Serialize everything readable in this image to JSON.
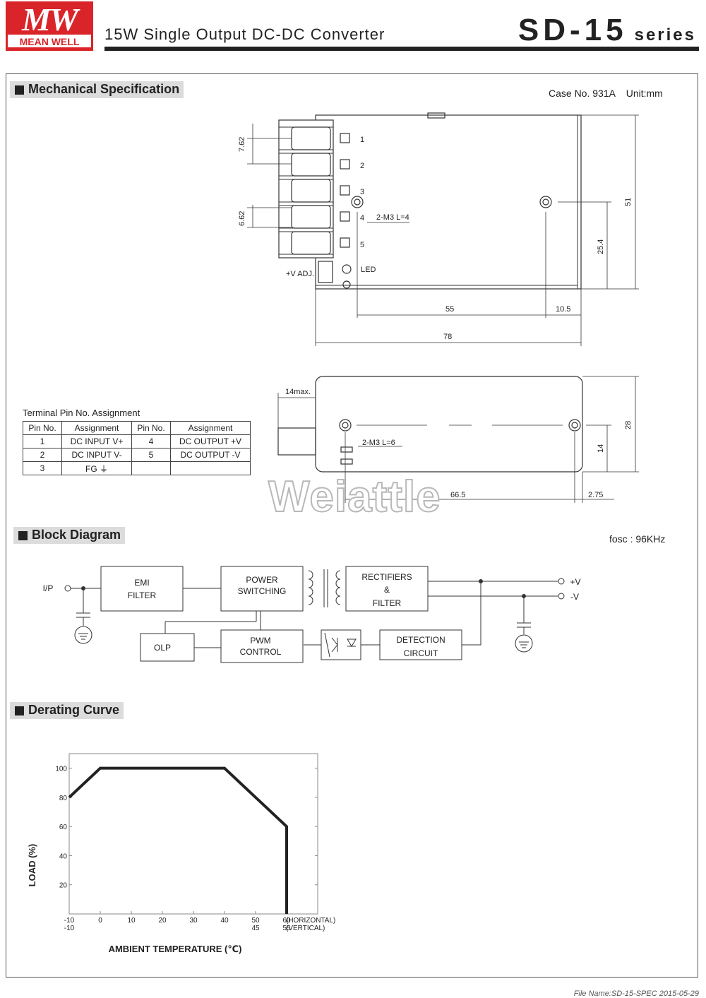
{
  "header": {
    "logo_main": "MW",
    "logo_text": "MEAN WELL",
    "doc_title": "15W Single Output DC-DC Converter",
    "model": "SD-15",
    "model_suffix": "series"
  },
  "mechanical": {
    "section_title": "Mechanical Specification",
    "case_info": "Case No. 931A    Unit:mm",
    "pin_labels": [
      "1",
      "2",
      "3",
      "4",
      "5"
    ],
    "mount_top_label": "2-M3 L=4",
    "mount_side_label": "2-M3   L=6",
    "adj_label": "+V ADJ.",
    "led_label": "LED",
    "dims": {
      "pitch_1": "7.62",
      "pitch_2": "6.62",
      "width_51": "51",
      "height_25_4": "25.4",
      "len_55": "55",
      "len_10_5": "10.5",
      "len_78": "78",
      "max_14": "14max.",
      "height_28": "28",
      "height_14": "14",
      "len_66_5": "66.5",
      "len_2_75": "2.75"
    },
    "pin_table": {
      "title": "Terminal Pin No.  Assignment",
      "headers": [
        "Pin No.",
        "Assignment",
        "Pin No.",
        "Assignment"
      ],
      "rows": [
        [
          "1",
          "DC INPUT V+",
          "4",
          "DC OUTPUT +V"
        ],
        [
          "2",
          "DC INPUT V-",
          "5",
          "DC OUTPUT -V"
        ],
        [
          "3",
          "FG ⏚",
          "",
          ""
        ]
      ]
    },
    "watermark": "Weiattle"
  },
  "block": {
    "section_title": "Block Diagram",
    "fosc": "fosc : 96KHz",
    "ip": "I/P",
    "emi": [
      "EMI",
      "FILTER"
    ],
    "power": [
      "POWER",
      "SWITCHING"
    ],
    "rect": [
      "RECTIFIERS",
      "&",
      "FILTER"
    ],
    "olp": "OLP",
    "pwm": [
      "PWM",
      "CONTROL"
    ],
    "detect": [
      "DETECTION",
      "CIRCUIT"
    ],
    "vplus": "+V",
    "vminus": "-V"
  },
  "derating": {
    "section_title": "Derating Curve",
    "chart_data": {
      "type": "line",
      "x": [
        -10,
        0,
        10,
        20,
        30,
        40,
        50,
        60,
        60
      ],
      "values": [
        80,
        100,
        100,
        100,
        100,
        100,
        80,
        60,
        0
      ],
      "ylabel": "LOAD (%)",
      "xlabel": "AMBIENT TEMPERATURE (℃)",
      "x_ticks_horizontal": [
        "-10",
        "0",
        "10",
        "20",
        "30",
        "40",
        "50",
        "60"
      ],
      "x_ticks_vertical": [
        "-10",
        "45",
        "55"
      ],
      "x_tick_suffix_h": "(HORIZONTAL)",
      "x_tick_suffix_v": "(VERTICAL)",
      "y_ticks": [
        "20",
        "40",
        "60",
        "80",
        "100"
      ],
      "xlim": [
        -10,
        70
      ],
      "ylim": [
        0,
        110
      ],
      "grid": false
    }
  },
  "footer": {
    "file": "File Name:SD-15-SPEC   2015-05-29"
  }
}
